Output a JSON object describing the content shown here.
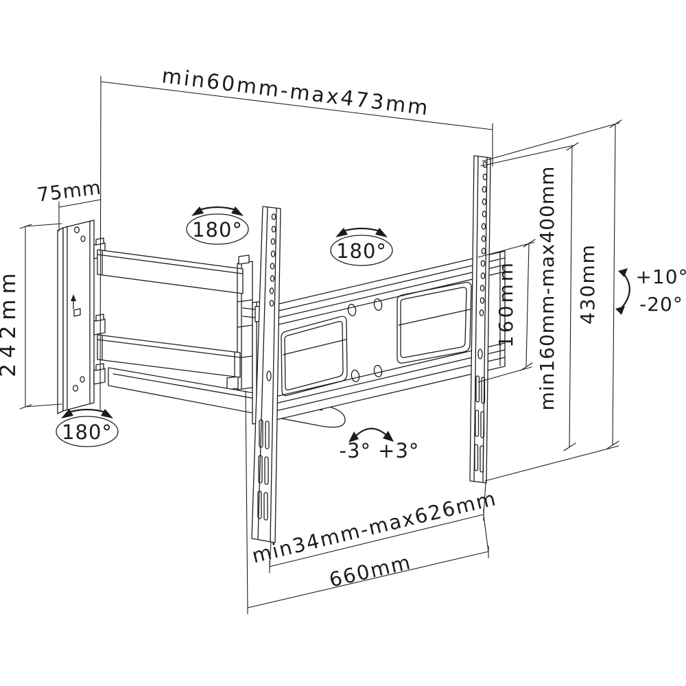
{
  "drawing": {
    "dimensions": {
      "extension_depth": "min60mm-max473mm",
      "wall_plate_width": "75mm",
      "wall_plate_height": "242mm",
      "vesa_hole_spacing_vertical": "160mm",
      "vesa_range_vertical": "min160mm-max400mm",
      "rail_height": "430mm",
      "vesa_range_horizontal": "min34mm-max626mm",
      "crossbar_width": "660mm"
    },
    "angles": {
      "swivel": [
        "180°",
        "180°",
        "180°"
      ],
      "tilt_up": "+10°",
      "tilt_down": "-20°",
      "level": "-3° +3°"
    },
    "colors": {
      "ink": "#1c1c1c",
      "paper": "#ffffff"
    }
  }
}
